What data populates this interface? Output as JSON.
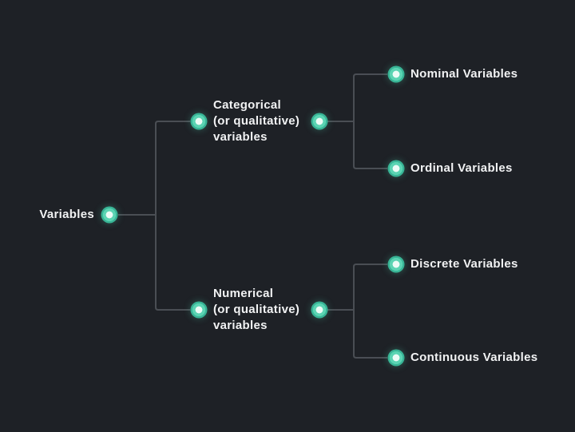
{
  "diagram": {
    "type": "tree",
    "colors": {
      "background": "#1e2126",
      "line": "#4a4e54",
      "node_ring": "#41c3a3",
      "node_center": "#ecfbf6",
      "text": "#f1f2f3"
    },
    "root": {
      "label": "Variables"
    },
    "branches": [
      {
        "lines": [
          "Categorical",
          "(or qualitative)",
          "variables"
        ],
        "children": [
          {
            "label": "Nominal Variables"
          },
          {
            "label": "Ordinal Variables"
          }
        ]
      },
      {
        "lines": [
          "Numerical",
          "(or qualitative)",
          "variables"
        ],
        "children": [
          {
            "label": "Discrete Variables"
          },
          {
            "label": "Continuous Variables"
          }
        ]
      }
    ]
  }
}
